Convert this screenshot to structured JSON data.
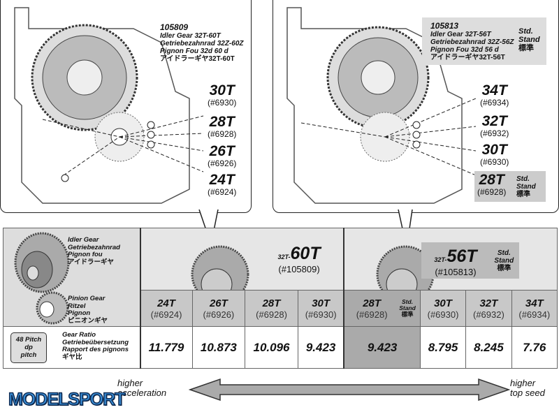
{
  "left_panel": {
    "part_no": "105809",
    "lines": [
      "Idler Gear 32T-60T",
      "Getriebezahnrad 32Z-60Z",
      "Pignon Fou 32d 60 d",
      "アイドラーギヤ32T-60T"
    ],
    "pinions": [
      {
        "t": "30T",
        "n": "(#6930)"
      },
      {
        "t": "28T",
        "n": "(#6928)"
      },
      {
        "t": "26T",
        "n": "(#6926)"
      },
      {
        "t": "24T",
        "n": "(#6924)"
      }
    ]
  },
  "right_panel": {
    "part_no": "105813",
    "lines": [
      "Idler Gear 32T-56T",
      "Getriebezahnrad 32Z-56Z",
      "Pignon Fou 32d 56 d",
      "アイドラーギヤ32T-56T"
    ],
    "std": [
      "Std.",
      "Stand",
      "標準"
    ],
    "pinions": [
      {
        "t": "34T",
        "n": "(#6934)"
      },
      {
        "t": "32T",
        "n": "(#6932)"
      },
      {
        "t": "30T",
        "n": "(#6930)"
      },
      {
        "t": "28T",
        "n": "(#6928)"
      }
    ]
  },
  "table": {
    "idler_label": [
      "Idler Gear",
      "Getriebezahnrad",
      "Pignon fou",
      "アイドラーギヤ"
    ],
    "pinion_label": [
      "Pinion Gear",
      "Ritzel",
      "Pignon",
      "ピニオンギヤ"
    ],
    "ratio_label": [
      "Gear Ratio",
      "Getriebeübersetzung",
      "Rapport des pignons",
      "ギヤ比"
    ],
    "pitch_badge": [
      "48 Pitch",
      "dp",
      "pitch"
    ],
    "idler60": {
      "prefix": "32T-",
      "t": "60T",
      "n": "(#105809)"
    },
    "idler56": {
      "prefix": "32T-",
      "t": "56T",
      "n": "(#105813)",
      "std": [
        "Std.",
        "Stand",
        "標準"
      ]
    },
    "cols": [
      {
        "t": "24T",
        "n": "(#6924)",
        "ratio": "11.779"
      },
      {
        "t": "26T",
        "n": "(#6926)",
        "ratio": "10.873"
      },
      {
        "t": "28T",
        "n": "(#6928)",
        "ratio": "10.096"
      },
      {
        "t": "30T",
        "n": "(#6930)",
        "ratio": "9.423"
      },
      {
        "t": "28T",
        "n": "(#6928)",
        "ratio": "9.423"
      },
      {
        "t": "30T",
        "n": "(#6930)",
        "ratio": "8.795"
      },
      {
        "t": "32T",
        "n": "(#6932)",
        "ratio": "8.245"
      },
      {
        "t": "34T",
        "n": "(#6934)",
        "ratio": "7.76"
      }
    ],
    "std_col": [
      "Std.",
      "Stand",
      "標準"
    ]
  },
  "arrow": {
    "left": [
      "higher",
      "acceleration"
    ],
    "right": [
      "higher",
      "top seed"
    ]
  },
  "logo": "MODELSPORT"
}
